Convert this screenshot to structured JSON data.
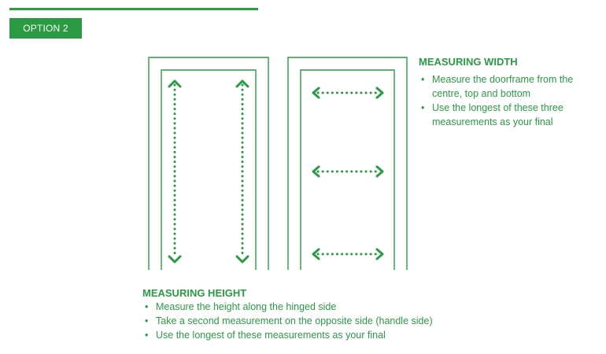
{
  "header": {
    "option_label": "OPTION 2"
  },
  "measuring_width": {
    "heading": "MEASURING WIDTH",
    "bullets": [
      "Measure the doorframe from the centre, top and bottom",
      "Use the longest of these three measurements as your final"
    ]
  },
  "measuring_height": {
    "heading": "MEASURING HEIGHT",
    "bullets": [
      "Measure the height along the hinged side",
      "Take a second measurement on the opposite side (handle side)",
      "Use the longest of these measurements as your final"
    ]
  },
  "colors": {
    "accent": "#2a9a43",
    "background": "#ffffff"
  },
  "icons": {
    "height_arrows": [
      "vertical-double-arrow-icon",
      "vertical-double-arrow-icon"
    ],
    "width_arrows": [
      "horizontal-double-arrow-icon",
      "horizontal-double-arrow-icon",
      "horizontal-double-arrow-icon"
    ]
  }
}
